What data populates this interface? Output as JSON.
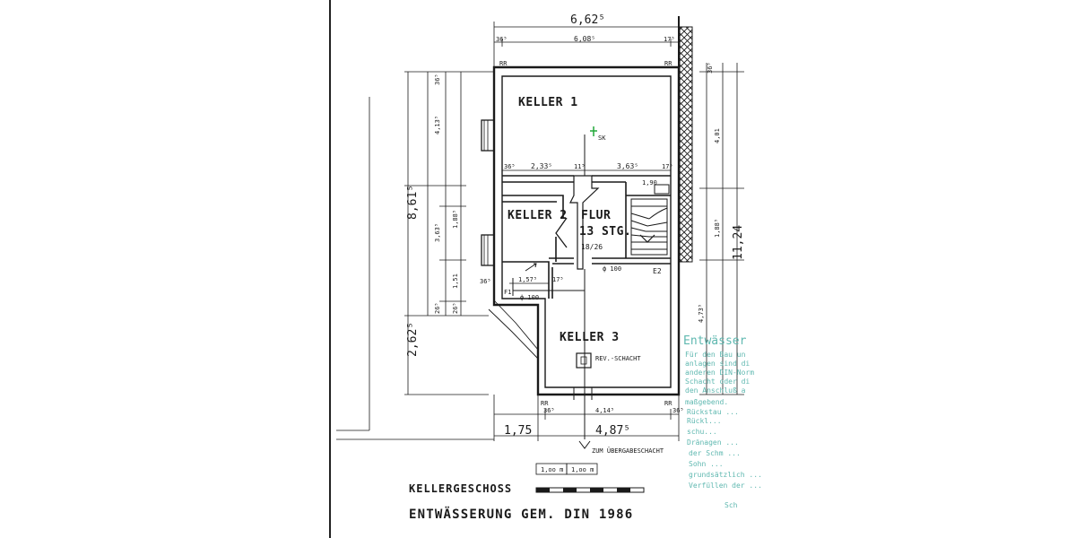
{
  "plan": {
    "rooms": {
      "keller1": "KELLER 1",
      "keller2": "KELLER 2",
      "keller3": "KELLER 3",
      "flur": "FLUR",
      "stairs": "13 STG.",
      "stairs_ratio": "18/26"
    },
    "markers": {
      "sk": "SK",
      "e2": "E2",
      "f1": "F1",
      "rr": "RR",
      "rev_schacht": "REV.-SCHACHT",
      "zum_uebergabeschacht": "ZUM ÜBERGABESCHACHT",
      "pipe_dia": "ф 100"
    },
    "dimensions": {
      "top_total": "6,62⁵",
      "top_inner": "6,08⁵",
      "top_left": "36⁵",
      "top_right": "17⁵",
      "mid_233": "2,33⁵",
      "mid_11": "11⁵",
      "mid_363": "3,63⁵",
      "mid_36": "36⁵",
      "mid_17": "17⁵",
      "k2_157": "1,57⁵",
      "k2_17": "17⁵",
      "k2_36": "36⁵",
      "stair_190": "1,90",
      "left_861": "8,61⁵",
      "left_262": "2,62⁵",
      "left_413": "4,13⁵",
      "left_363": "3,63⁵",
      "left_188": "1,88⁵",
      "left_151": "1,51",
      "left_26a": "26⁵",
      "left_26b": "26⁵",
      "left_36": "36⁵",
      "right_1124": "11,24",
      "right_401": "4,01",
      "right_188": "1,88⁵",
      "right_473": "4,73⁵",
      "right_36": "36⁵",
      "bottom_175": "1,75",
      "bottom_487": "4,87⁵",
      "bottom_414": "4,14⁵",
      "bottom_36a": "36⁵",
      "bottom_36b": "36⁵"
    },
    "scale": {
      "seg1": "1,oo m",
      "seg2": "1,oo m"
    },
    "titles": {
      "line1": "KELLERGESCHOSS",
      "line2": "ENTWÄSSERUNG GEM. DIN 1986"
    },
    "note": {
      "heading": "Entwässer",
      "lines": [
        "Für den Bau un",
        "anlagen sind di",
        "anderen DIN-Norm",
        "Schacht oder di",
        "den Anschluß a",
        "maßgebend.",
        "Rückstau ...",
        "Rückl...",
        "schu...",
        "Dränagen ...",
        "der Schm ...",
        "Sohn ...",
        "grundsätzlich ...",
        "Verfüllen der ...",
        "Sch"
      ]
    },
    "colors": {
      "ink": "#1a1a1a",
      "note_green": "#5fb8b0",
      "marker_green": "#22a83a"
    }
  }
}
